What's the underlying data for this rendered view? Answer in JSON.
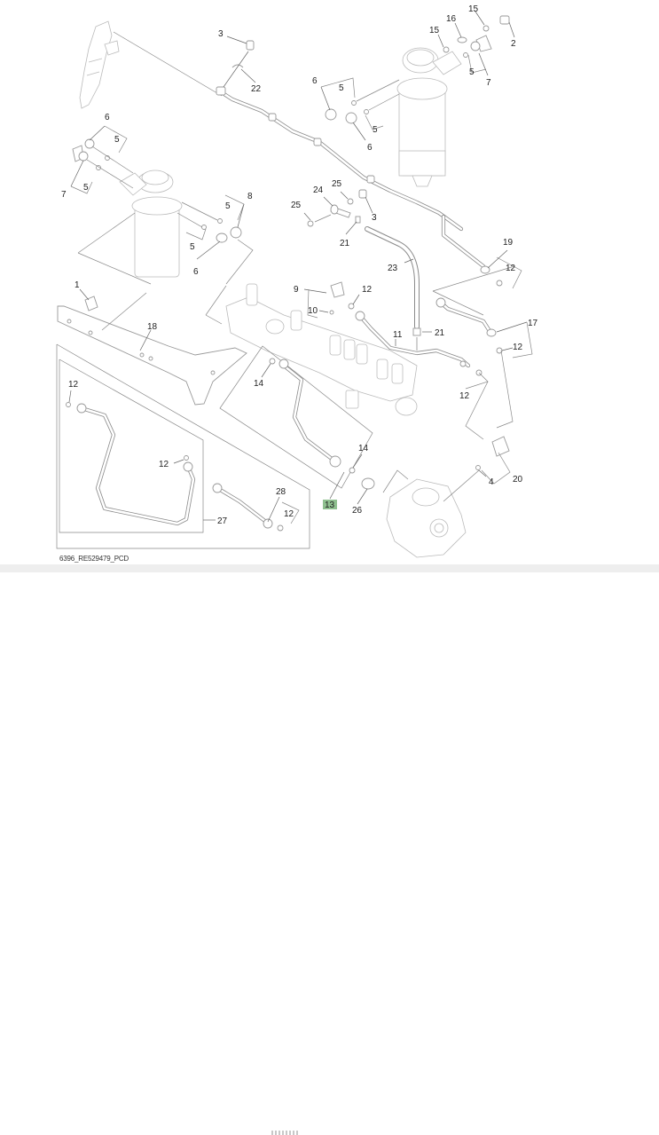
{
  "diagram": {
    "reference_id": "6396_RE529479_PCD",
    "highlight_color": "#8fc08f",
    "callouts": [
      {
        "id": "c3a",
        "label": "3"
      },
      {
        "id": "c22",
        "label": "22"
      },
      {
        "id": "c6a",
        "label": "6"
      },
      {
        "id": "c5a",
        "label": "5"
      },
      {
        "id": "c7a",
        "label": "7"
      },
      {
        "id": "c5b",
        "label": "5"
      },
      {
        "id": "c5c",
        "label": "5"
      },
      {
        "id": "c8",
        "label": "8"
      },
      {
        "id": "c5d",
        "label": "5"
      },
      {
        "id": "c6b",
        "label": "6"
      },
      {
        "id": "c6c",
        "label": "6"
      },
      {
        "id": "c5e",
        "label": "5"
      },
      {
        "id": "c5f",
        "label": "5"
      },
      {
        "id": "c6d",
        "label": "6"
      },
      {
        "id": "c15a",
        "label": "15"
      },
      {
        "id": "c16",
        "label": "16"
      },
      {
        "id": "c15b",
        "label": "15"
      },
      {
        "id": "c2",
        "label": "2"
      },
      {
        "id": "c5g",
        "label": "5"
      },
      {
        "id": "c7b",
        "label": "7"
      },
      {
        "id": "c24",
        "label": "24"
      },
      {
        "id": "c25a",
        "label": "25"
      },
      {
        "id": "c25b",
        "label": "25"
      },
      {
        "id": "c3b",
        "label": "3"
      },
      {
        "id": "c21a",
        "label": "21"
      },
      {
        "id": "c23",
        "label": "23"
      },
      {
        "id": "c19",
        "label": "19"
      },
      {
        "id": "c12a",
        "label": "12"
      },
      {
        "id": "c1",
        "label": "1"
      },
      {
        "id": "c9",
        "label": "9"
      },
      {
        "id": "c10",
        "label": "10"
      },
      {
        "id": "c12b",
        "label": "12"
      },
      {
        "id": "c18",
        "label": "18"
      },
      {
        "id": "c11",
        "label": "11"
      },
      {
        "id": "c21b",
        "label": "21"
      },
      {
        "id": "c17",
        "label": "17"
      },
      {
        "id": "c12c",
        "label": "12"
      },
      {
        "id": "c14a",
        "label": "14"
      },
      {
        "id": "c12d",
        "label": "12"
      },
      {
        "id": "c12e",
        "label": "12"
      },
      {
        "id": "c12f",
        "label": "12"
      },
      {
        "id": "c14b",
        "label": "14"
      },
      {
        "id": "c13",
        "label": "13",
        "highlighted": true
      },
      {
        "id": "c26",
        "label": "26"
      },
      {
        "id": "c4",
        "label": "4"
      },
      {
        "id": "c20",
        "label": "20"
      },
      {
        "id": "c28",
        "label": "28"
      },
      {
        "id": "c12g",
        "label": "12"
      },
      {
        "id": "c27",
        "label": "27"
      }
    ]
  }
}
